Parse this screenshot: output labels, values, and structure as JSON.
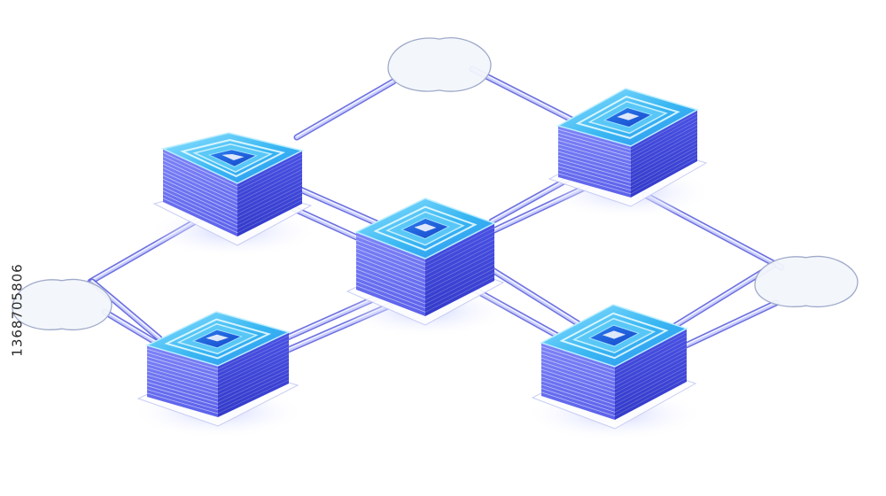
{
  "image_id_text": "1368705806",
  "colors": {
    "background": "#ffffff",
    "node_top": "#33b2f0",
    "node_top_light": "#7fd8fb",
    "node_side_left": "#6d73f2",
    "node_side_right": "#3f46d8",
    "pipe": "#c9cdff",
    "pipe_edge": "#5358d8",
    "cloud_fill": "#f3f6fb",
    "cloud_stroke": "#9aa6c8",
    "chip": "#1f5fd6"
  },
  "nodes": [
    {
      "id": "top-left",
      "icon": "chip-icon"
    },
    {
      "id": "top-right",
      "icon": "chip-icon"
    },
    {
      "id": "center",
      "icon": "chip-icon"
    },
    {
      "id": "bottom-left",
      "icon": "chip-icon"
    },
    {
      "id": "bottom-right",
      "icon": "chip-icon"
    }
  ],
  "clouds": [
    {
      "id": "top",
      "icon": "cloud-icon"
    },
    {
      "id": "left",
      "icon": "cloud-icon"
    },
    {
      "id": "right",
      "icon": "cloud-icon"
    }
  ],
  "links": [
    {
      "from": "top-left",
      "to": "center"
    },
    {
      "from": "center",
      "to": "top-right"
    },
    {
      "from": "center",
      "to": "bottom-left"
    },
    {
      "from": "center",
      "to": "bottom-right"
    },
    {
      "from": "top-left",
      "to": "cloud-top"
    },
    {
      "from": "cloud-top",
      "to": "top-right"
    },
    {
      "from": "top-left",
      "to": "cloud-left"
    },
    {
      "from": "cloud-left",
      "to": "bottom-left"
    },
    {
      "from": "top-right",
      "to": "cloud-right"
    },
    {
      "from": "cloud-right",
      "to": "bottom-right"
    }
  ]
}
